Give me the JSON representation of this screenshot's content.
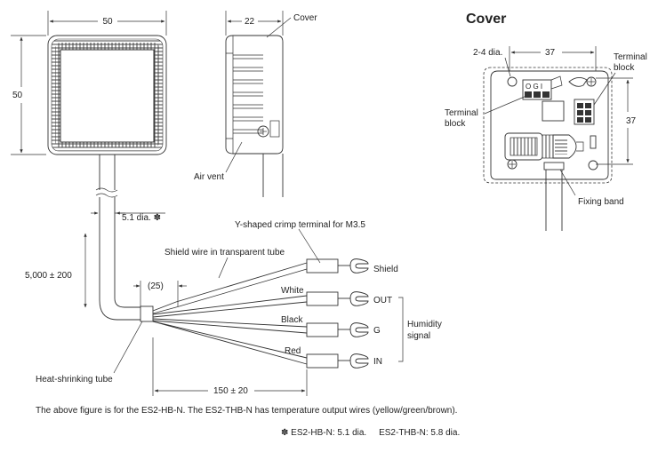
{
  "front_view": {
    "width_dim": "50",
    "height_dim": "50",
    "cable_dia": "5.1 dia. ✽",
    "cable_length": "5,000 ± 200",
    "strip_length": "(25)",
    "wire_length": "150 ± 20",
    "heat_shrink_label": "Heat-shrinking tube",
    "shield_wire_label": "Shield wire in transparent tube",
    "crimp_label": "Y-shaped crimp terminal for M3.5"
  },
  "wires": [
    {
      "color_label": "",
      "terminal_label": "Shield"
    },
    {
      "color_label": "White",
      "terminal_label": "OUT"
    },
    {
      "color_label": "Black",
      "terminal_label": "G"
    },
    {
      "color_label": "Red",
      "terminal_label": "IN"
    }
  ],
  "humidity_group": {
    "line1": "Humidity",
    "line2": "signal"
  },
  "side_view": {
    "depth_dim": "22",
    "cover_label": "Cover",
    "air_vent_label": "Air vent"
  },
  "cover_view": {
    "title": "Cover",
    "hole_label": "2-4 dia.",
    "width_dim": "37",
    "height_dim": "37",
    "terminal_block_right_1": "Terminal",
    "terminal_block_right_2": "block",
    "terminal_block_left_1": "Terminal",
    "terminal_block_left_2": "block",
    "terminal_marks": "O G I",
    "fixing_band_label": "Fixing band"
  },
  "footnotes": {
    "main": "The above figure is for the ES2-HB-N. The ES2-THB-N has temperature output wires (yellow/green/brown).",
    "dia_note": "✽ ES2-HB-N: 5.1 dia.     ES2-THB-N: 5.8 dia."
  }
}
